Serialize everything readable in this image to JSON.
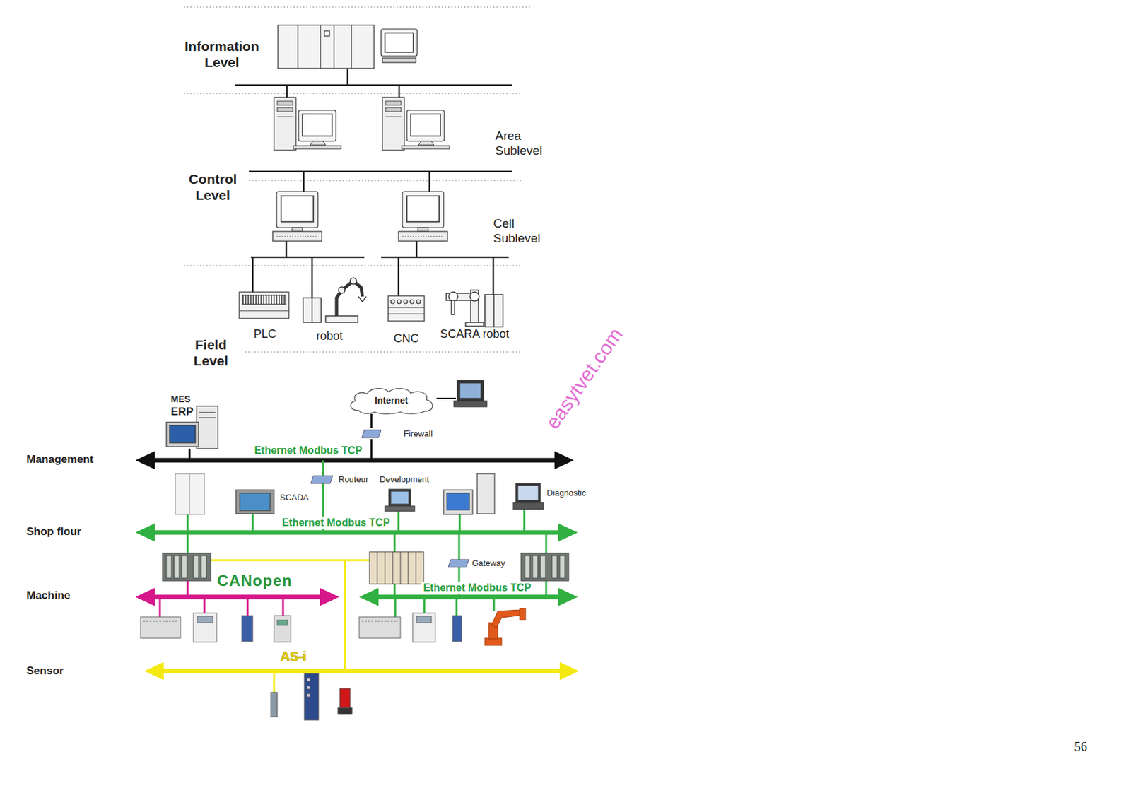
{
  "diagram": {
    "nodes": [
      {
        "text": [
          "Internet"
        ]
      },
      {
        "text": [
          "Firewall"
        ]
      }
    ],
    "edges": [
      {
        "from": 1,
        "to": 0,
        "arrow": "none"
      }
    ],
    "labels": [
      "Information Level",
      "Area Sublevel",
      "Control Level",
      "Cell Sublevel",
      "PLC",
      "robot",
      "CNC",
      "SCARA robot",
      "Field Level",
      "MES",
      "ERP",
      "Management",
      "Ethernet Modbus TCP",
      "Routeur",
      "Development",
      "SCADA",
      "Diagnostic",
      "Shop flour",
      "Ethernet Modbus TCP",
      "Gateway",
      "CANopen",
      "Machine",
      "Ethernet Modbus TCP",
      "AS-i",
      "Sensor",
      "easytvet.com",
      "56"
    ]
  }
}
